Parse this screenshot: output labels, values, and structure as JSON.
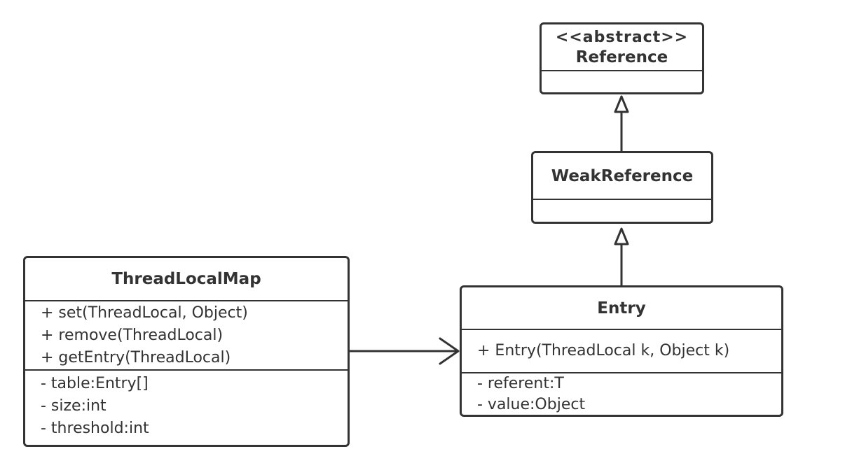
{
  "classes": {
    "reference": {
      "stereotype": "<<abstract>>",
      "name": "Reference"
    },
    "weak_reference": {
      "name": "WeakReference"
    },
    "thread_local_map": {
      "name": "ThreadLocalMap",
      "methods": [
        "+ set(ThreadLocal, Object)",
        "+ remove(ThreadLocal)",
        "+ getEntry(ThreadLocal)"
      ],
      "fields": [
        "- table:Entry[]",
        "- size:int",
        "- threshold:int"
      ]
    },
    "entry": {
      "name": "Entry",
      "methods": [
        "+ Entry(ThreadLocal k, Object k)"
      ],
      "fields": [
        "- referent:T",
        "- value:Object"
      ]
    }
  },
  "colors": {
    "line": "#333333",
    "background": "#ffffff"
  }
}
